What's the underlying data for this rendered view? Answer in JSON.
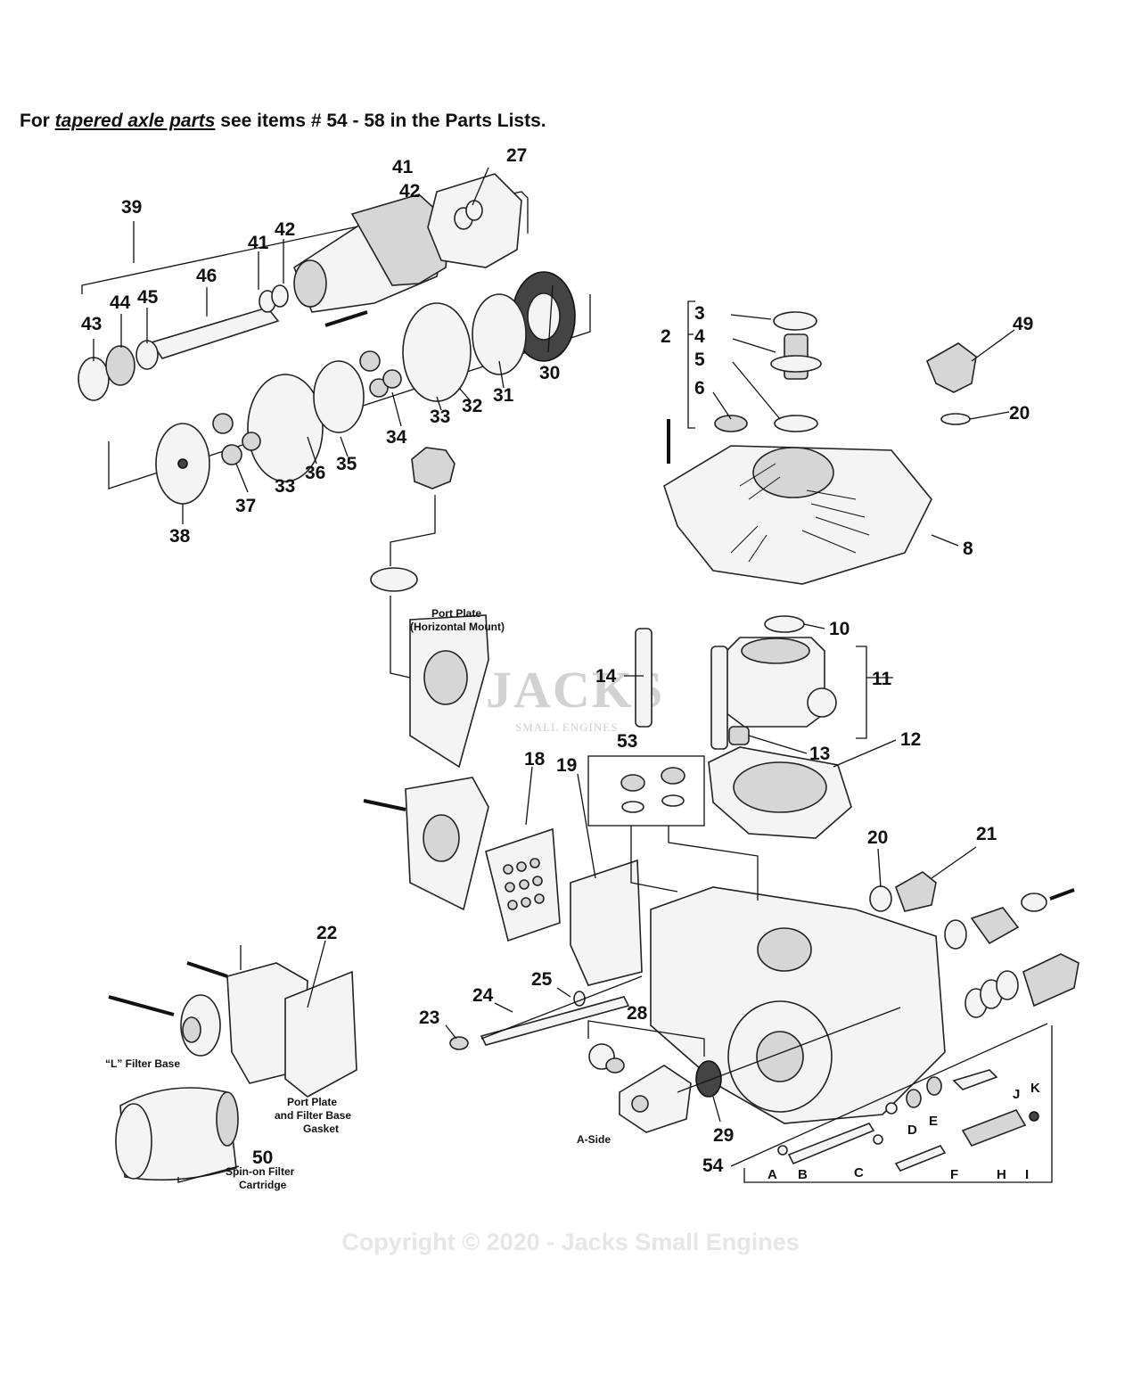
{
  "header": {
    "prefix": "For ",
    "link": "tapered axle parts",
    "suffix": " see items # 54 - 58 in the Parts Lists."
  },
  "captions": {
    "port_plate_line1": "Port Plate",
    "port_plate_line2": "(Horizontal Mount)",
    "l_filter_base": "“L” Filter Base",
    "gasket_line1": "Port Plate",
    "gasket_line2": "and Filter Base",
    "gasket_line3": "Gasket",
    "spin_line1": "Spin-on Filter",
    "spin_line2": "Cartridge",
    "a_side": "A-Side"
  },
  "callouts": [
    "2",
    "3",
    "4",
    "5",
    "6",
    "8",
    "10",
    "11",
    "12",
    "13",
    "14",
    "18",
    "19",
    "20",
    "20",
    "21",
    "22",
    "23",
    "24",
    "25",
    "27",
    "28",
    "29",
    "30",
    "31",
    "32",
    "33",
    "33",
    "34",
    "35",
    "36",
    "37",
    "38",
    "39",
    "41",
    "41",
    "42",
    "42",
    "43",
    "44",
    "45",
    "46",
    "49",
    "50",
    "53",
    "54"
  ],
  "letters": [
    "A",
    "B",
    "C",
    "D",
    "E",
    "F",
    "H",
    "I",
    "J",
    "K"
  ],
  "watermark": {
    "brand": "JACKS",
    "sub": "SMALL ENGINES",
    "copyright": "Copyright © 2020 - Jacks Small Engines"
  }
}
